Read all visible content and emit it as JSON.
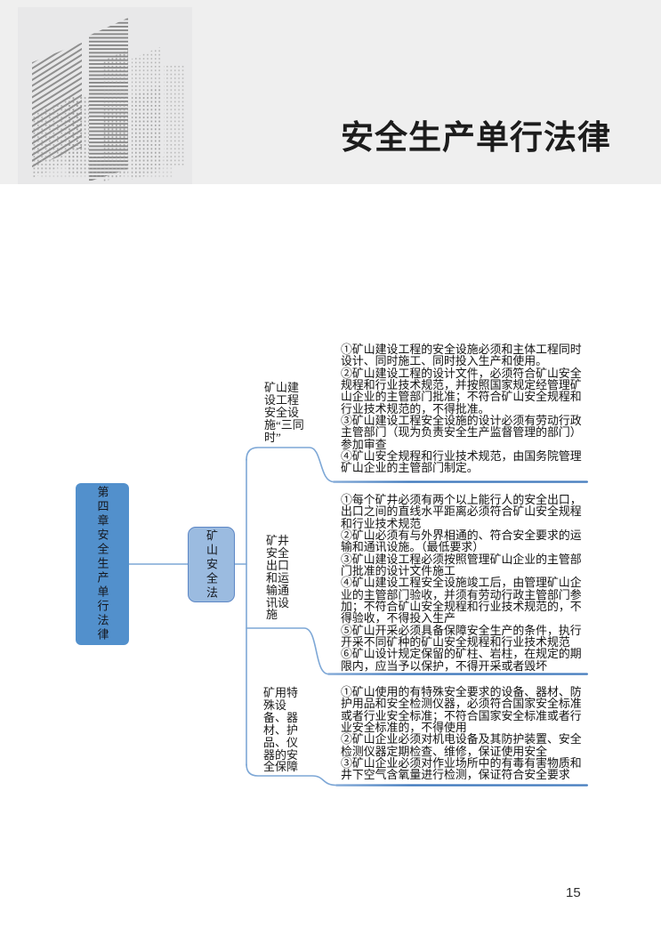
{
  "header": {
    "title": "安全生产单行法律"
  },
  "page": {
    "number": "15"
  },
  "colors": {
    "header_bg": "#efefef",
    "root_fill": "#5290cc",
    "center_fill": "#9bbbe0",
    "center_border": "#5d87c5",
    "connector": "#7da7d6",
    "underline_dark": "#3f79bd",
    "underline_light": "#85abd8"
  },
  "mindmap": {
    "root": {
      "label": "第四章安全生产单行法律"
    },
    "center": {
      "label": "矿山安全法"
    },
    "branches": [
      {
        "label": "矿山建设工程安全设施“三同时”",
        "items": [
          "①矿山建设工程的安全设施必须和主体工程同时设计、同时施工、同时投入生产和使用。",
          "②矿山建设工程的设计文件，必须符合矿山安全规程和行业技术规范，并按照国家规定经管理矿山企业的主管部门批准；不符合矿山安全规程和行业技术规范的，不得批准。",
          "③矿山建设工程安全设施的设计必须有劳动行政主管部门（现为负责安全生产监督管理的部门）参加审查",
          "④矿山安全规程和行业技术规范，由国务院管理矿山企业的主管部门制定。"
        ]
      },
      {
        "label": "矿井安全出口和运输通讯设施",
        "items": [
          "①每个矿井必须有两个以上能行人的安全出口，出口之间的直线水平距离必须符合矿山安全规程和行业技术规范",
          "②矿山必须有与外界相通的、符合安全要求的运输和通讯设施。（最低要求）",
          "③矿山建设工程必须按照管理矿山企业的主管部门批准的设计文件施工",
          "④矿山建设工程安全设施竣工后，由管理矿山企业的主管部门验收，并须有劳动行政主管部门参加；不符合矿山安全规程和行业技术规范的，不得验收，不得投入生产",
          "⑤矿山开采必须具备保障安全生产的条件，执行开采不同矿种的矿山安全规程和行业技术规范",
          "⑥矿山设计规定保留的矿柱、岩柱，在规定的期限内，应当予以保护，不得开采或者毁坏"
        ]
      },
      {
        "label": "矿用特殊设备、器材、护品、仪器的安全保障",
        "items": [
          "①矿山使用的有特殊安全要求的设备、器材、防护用品和安全检测仪器，必须符合国家安全标准或者行业安全标准；不符合国家安全标准或者行业安全标准的，不得使用",
          "②矿山企业必须对机电设备及其防护装置、安全检测仪器定期检查、维修，保证使用安全",
          "③矿山企业必须对作业场所中的有毒有害物质和井下空气含氧量进行检测，保证符合安全要求"
        ]
      }
    ]
  }
}
